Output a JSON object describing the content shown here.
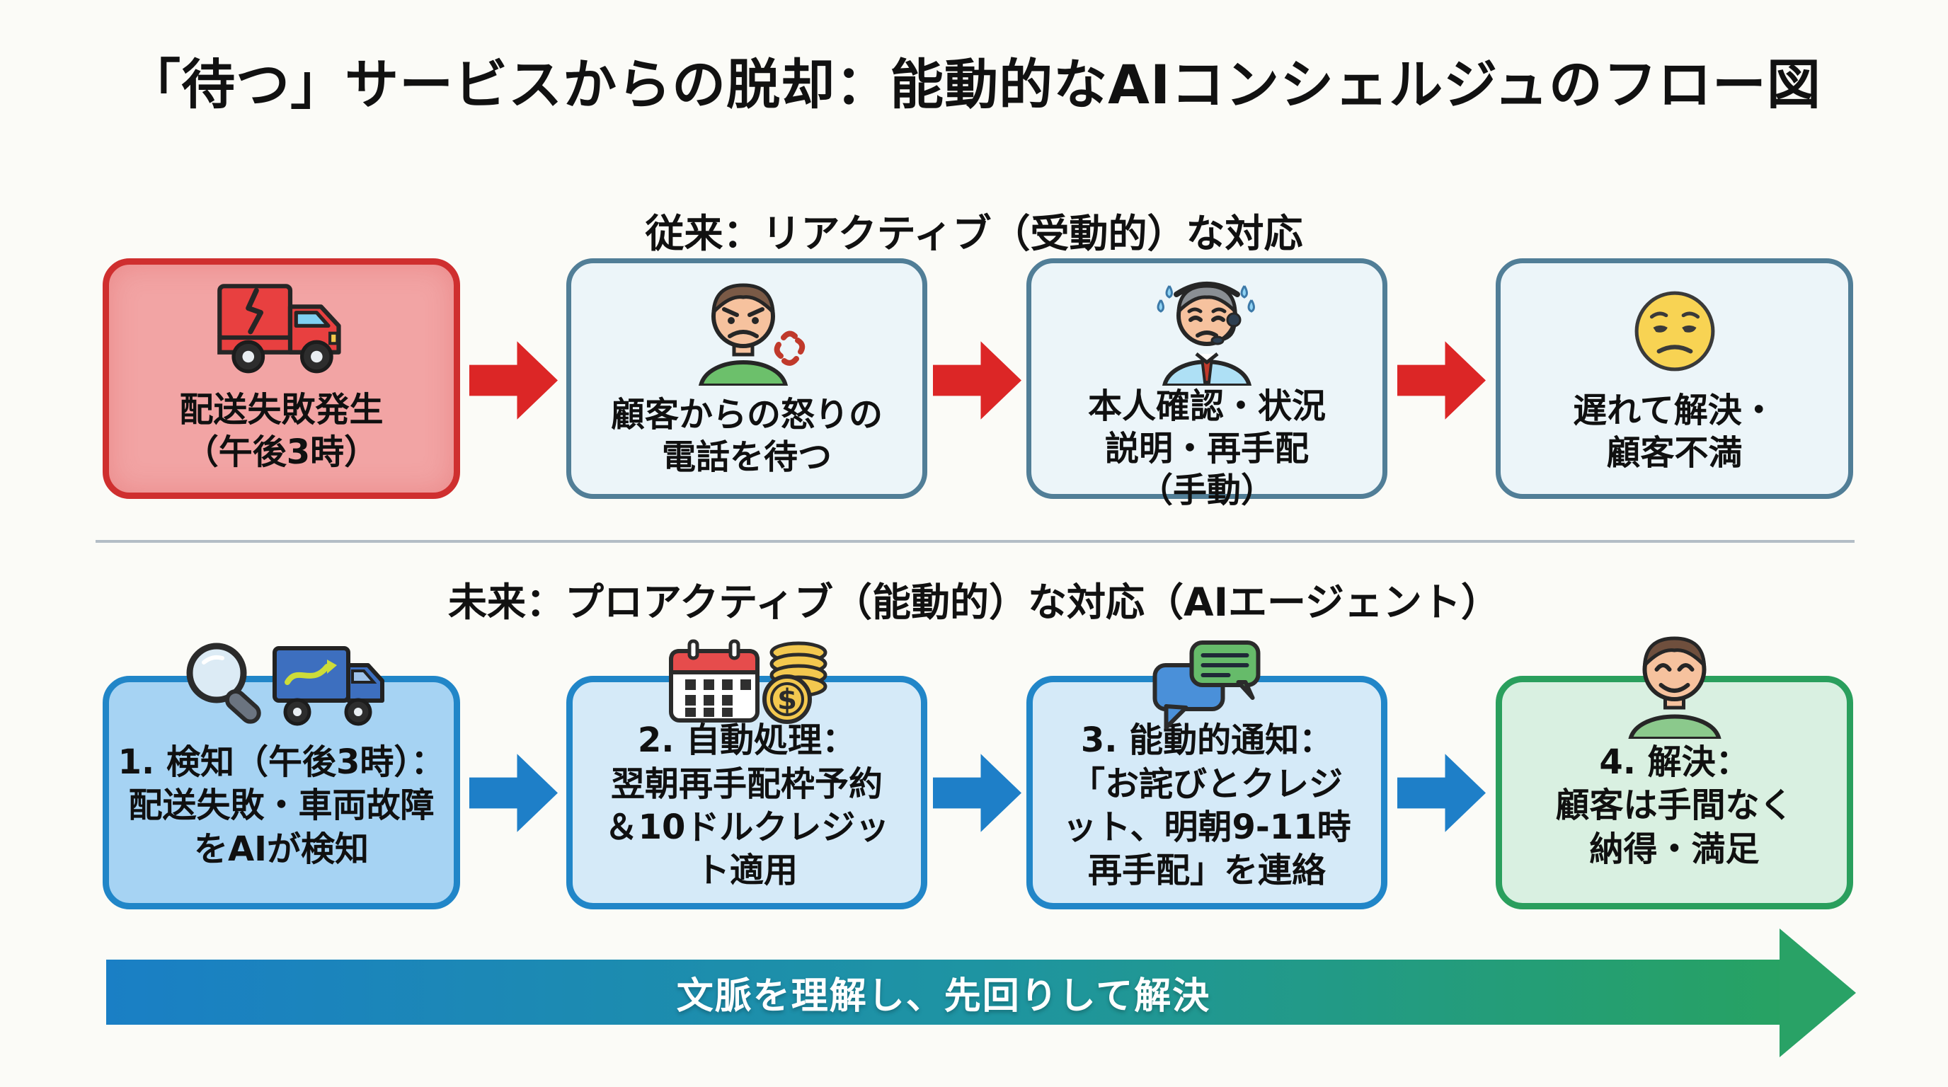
{
  "title": "「待つ」サービスからの脱却：能動的なAIコンシェルジュのフロー図",
  "sections": {
    "legacy": {
      "heading": "従来：リアクティブ（受動的）な対応",
      "arrow_color": "#dc2626",
      "steps": [
        {
          "label": "配送失敗発生\n（午後3時）",
          "icon": "broken-truck-icon",
          "variant": "alert-red"
        },
        {
          "label": "顧客からの怒りの\n電話を待つ",
          "icon": "angry-customer-icon",
          "variant": "neutral-blue"
        },
        {
          "label": "本人確認・状況\n説明・再手配\n（手動）",
          "icon": "stressed-agent-icon",
          "variant": "neutral-blue"
        },
        {
          "label": "遅れて解決・\n顧客不満",
          "icon": "unamused-face-icon",
          "variant": "neutral-blue"
        }
      ]
    },
    "future": {
      "heading": "未来：プロアクティブ（能動的）な対応（AIエージェント）",
      "arrow_color": "#1e7fc8",
      "steps": [
        {
          "label": "1. 検知（午後3時）：\n配送失敗・車両故障\nをAIが検知",
          "icon": "search-truck-icon",
          "variant": "highlight-blue"
        },
        {
          "label": "2. 自動処理：\n翌朝再手配枠予約\n＆10ドルクレジッ\nト適用",
          "icon": "calendar-coins-icon",
          "variant": "light-blue"
        },
        {
          "label": "3. 能動的通知：\n「お詫びとクレジ\nット、明朝9-11時\n再手配」を連絡",
          "icon": "chat-bubbles-icon",
          "variant": "light-blue"
        },
        {
          "label": "4. 解決：\n顧客は手間なく\n納得・満足",
          "icon": "happy-customer-icon",
          "variant": "success-green"
        }
      ]
    }
  },
  "banner": {
    "label": "文脈を理解し、先回りして解決",
    "gradient_start": "#1a7fc5",
    "gradient_end": "#27a263"
  },
  "colors": {
    "background": "#fbfbf7",
    "alert_box_fill": "#f2a4a4",
    "alert_box_border": "#cf2f2f",
    "neutral_box_fill": "#ecf5f9",
    "neutral_box_border": "#517e97",
    "highlight_box_fill": "#a6d3f3",
    "light_box_fill": "#d5eaf8",
    "blue_box_border": "#2186c8",
    "green_box_fill": "#d9f0e1",
    "green_box_border": "#2a9f5d"
  }
}
